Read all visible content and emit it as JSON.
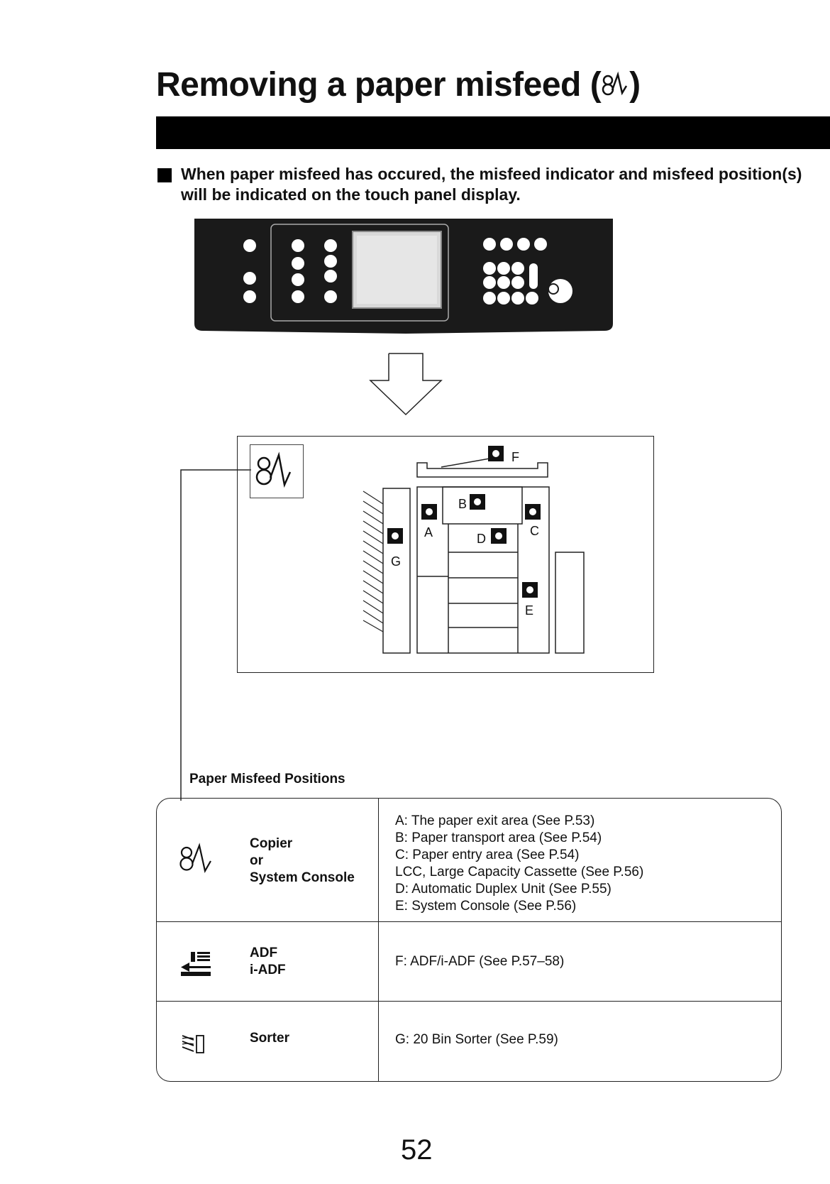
{
  "page": {
    "title": "Removing a paper misfeed (",
    "title_symbol": "8╲╱",
    "title_end": ")",
    "intro": "When paper misfeed has occured, the misfeed indicator and misfeed position(s) will be indicated on the touch panel display.",
    "page_number": "52"
  },
  "diagram": {
    "labels": {
      "A": "A",
      "B": "B",
      "C": "C",
      "D": "D",
      "E": "E",
      "F": "F",
      "G": "G"
    }
  },
  "table": {
    "caption": "Paper Misfeed Positions",
    "rows": [
      {
        "icon": "misfeed-icon",
        "name": "Copier\nor\nSystem Console",
        "lines": [
          "A:  The paper exit area (See P.53)",
          "B:  Paper transport area (See P.54)",
          "C:  Paper entry area (See P.54)",
          "      LCC, Large Capacity Cassette (See P.56)",
          "D:  Automatic Duplex Unit (See P.55)",
          "E:  System Console (See P.56)"
        ]
      },
      {
        "icon": "adf-icon",
        "name": "ADF\ni-ADF",
        "lines": [
          "F:  ADF/i-ADF (See P.57–58)"
        ]
      },
      {
        "icon": "sorter-icon",
        "name": "Sorter",
        "lines": [
          "G:  20 Bin Sorter (See P.59)"
        ]
      }
    ]
  }
}
